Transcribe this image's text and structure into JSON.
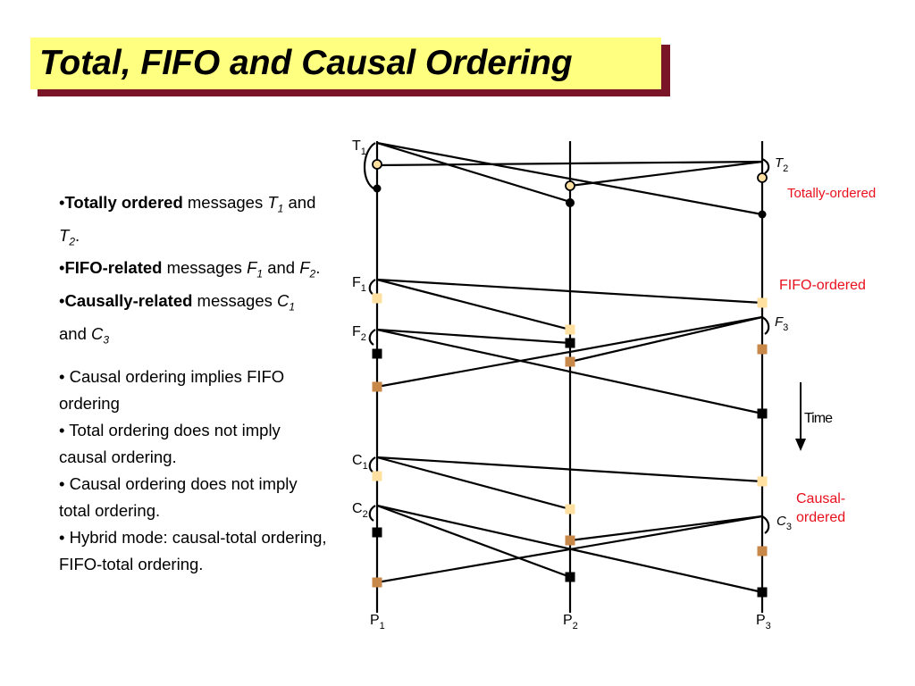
{
  "slide": {
    "title": "Total, FIFO and Causal Ordering"
  },
  "bullets": {
    "b1": {
      "bullet": "•",
      "bold": "Totally ordered",
      "text": " messages ",
      "m1": "T",
      "m1_sub": "1",
      "and": " and ",
      "m2": "T",
      "m2_sub": "2",
      "end": "."
    },
    "b2": {
      "bullet": "•",
      "bold": "FIFO-related",
      "text": " messages ",
      "m1": "F",
      "m1_sub": "1",
      "and": " and ",
      "m2": "F",
      "m2_sub": "2",
      "end": "."
    },
    "b3": {
      "bullet": "•",
      "bold": "Causally-related",
      "text": " messages ",
      "m1": "C",
      "m1_sub": "1",
      "and": " and ",
      "m2": "C",
      "m2_sub": "3",
      "end": ""
    },
    "points": [
      "• Causal ordering implies FIFO ordering",
      "• Total ordering does not imply causal ordering.",
      "• Causal ordering does not imply total ordering.",
      "• Hybrid mode: causal-total ordering, FIFO-total ordering."
    ]
  },
  "diagram": {
    "processes": [
      {
        "label": "P",
        "sub": "1"
      },
      {
        "label": "P",
        "sub": "2"
      },
      {
        "label": "P",
        "sub": "3"
      }
    ],
    "message_labels": {
      "t1": {
        "label": "T",
        "sub": "1"
      },
      "t2": {
        "label": "T",
        "sub": "2"
      },
      "f1": {
        "label": "F",
        "sub": "1"
      },
      "f2": {
        "label": "F",
        "sub": "2"
      },
      "f3": {
        "label": "F",
        "sub": "3"
      },
      "c1": {
        "label": "C",
        "sub": "1"
      },
      "c2": {
        "label": "C",
        "sub": "2"
      },
      "c3": {
        "label": "C",
        "sub": "3"
      }
    },
    "annotations": {
      "totally": "Totally-ordered",
      "fifo": "FIFO-ordered",
      "causal_line1": "Causal-",
      "causal_line2": "ordered",
      "time": "Time"
    },
    "colors": {
      "annotation": "#e8101c",
      "light_square": "#ffe0a0",
      "brown_square": "#c8884a",
      "circle_fill": "#ffe0a0",
      "title_bg": "#ffff80",
      "title_shadow": "#7a1528"
    }
  }
}
